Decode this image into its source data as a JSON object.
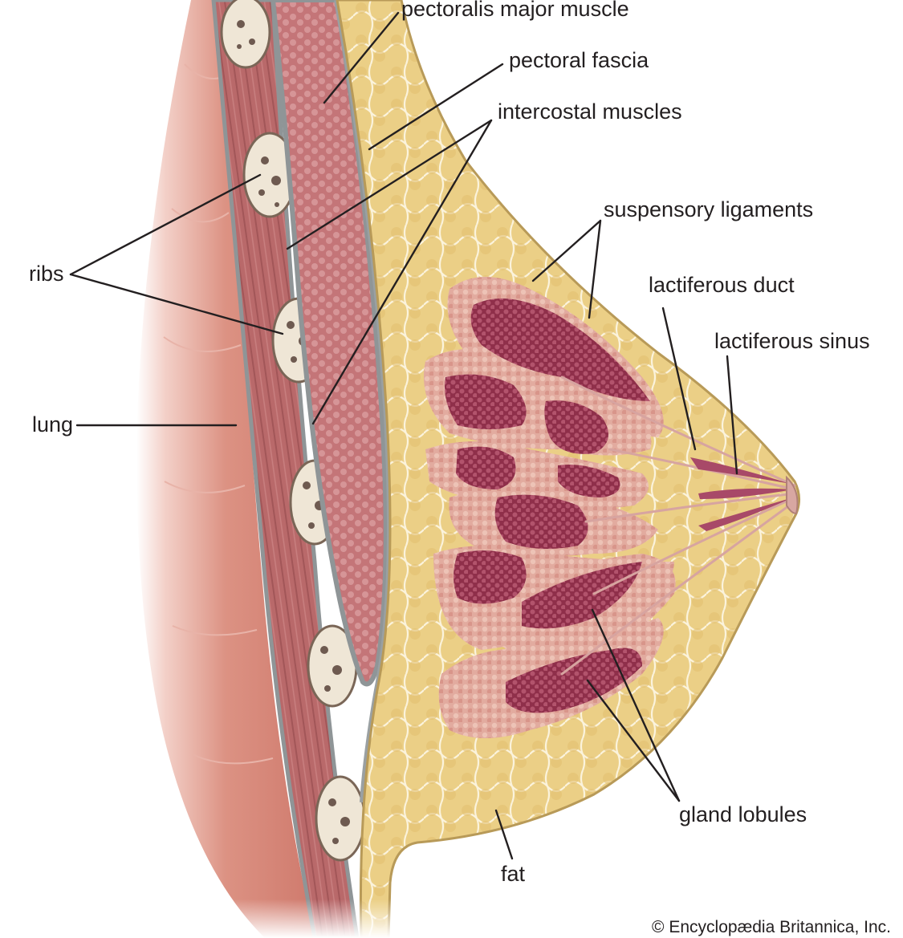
{
  "labels": {
    "pectoralis_major": "pectoralis major muscle",
    "pectoral_fascia": "pectoral fascia",
    "intercostal": "intercostal muscles",
    "suspensory": "suspensory ligaments",
    "lactiferous_duct": "lactiferous duct",
    "lactiferous_sinus": "lactiferous sinus",
    "ribs": "ribs",
    "lung": "lung",
    "gland_lobules": "gland lobules",
    "fat": "fat"
  },
  "credit": "© Encyclopædia Britannica, Inc.",
  "colors": {
    "lung": "#d98a7e",
    "muscle": "#b8676a",
    "fascia": "#9aa0a2",
    "fat": "#ecd28a",
    "lobule": "#e0a8a0",
    "gland": "#9a3d55",
    "bone": "#efe6d6"
  }
}
